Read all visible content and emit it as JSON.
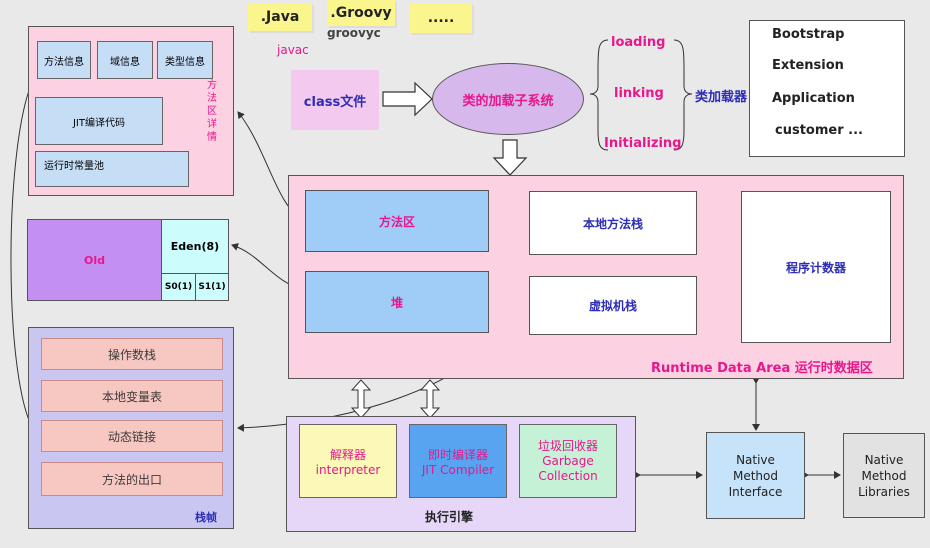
{
  "top": {
    "sources": [
      ".Java",
      ".Groovy",
      "....."
    ],
    "javac": "javac",
    "groovyc": "groovyc",
    "class_file": "class文件",
    "loader_subsystem": "类的加载子系统",
    "phases": [
      "loading",
      "linking",
      "Initializing"
    ],
    "class_loader_label": "类加载器",
    "loaders": [
      "Bootstrap",
      "Extension",
      "Application",
      "customer ..."
    ]
  },
  "method_area_detail": {
    "cells": [
      "方法信息",
      "域信息",
      "类型信息"
    ],
    "jit_cache": "JIT编译代码",
    "constant_pool": "运行时常量池",
    "side_label": "方法区详情"
  },
  "heap_detail": {
    "old": "Old",
    "eden": "Eden(8)",
    "s0": "S0(1)",
    "s1": "S1(1)"
  },
  "stack_frame": {
    "items": [
      "操作数栈",
      "本地变量表",
      "动态链接",
      "方法的出口"
    ],
    "label": "栈帧"
  },
  "runtime": {
    "method_area": "方法区",
    "heap": "堆",
    "native_stack": "本地方法栈",
    "vm_stack": "虚拟机栈",
    "pc": "程序计数器",
    "label": "Runtime Data Area 运行时数据区"
  },
  "engine": {
    "interpreter_cn": "解释器",
    "interpreter_en": "interpreter",
    "jit_cn": "即时编译器",
    "jit_en": "JIT Compiler",
    "gc_cn": "垃圾回收器",
    "gc_en1": "Garbage",
    "gc_en2": "Collection",
    "label": "执行引擎"
  },
  "native_interface": [
    "Native",
    "Method",
    "Interface"
  ],
  "native_libraries": [
    "Native",
    "Method",
    "Libraries"
  ],
  "colors": {
    "pink_area": "#fcd2e3",
    "blue_box": "#9fcdf7",
    "purple": "#e6d6f7",
    "magenta_text": "#e7178c",
    "blue_text": "#2d2db8",
    "old_purple": "#c38ff1",
    "eden_cyan": "#cdfcfc"
  }
}
